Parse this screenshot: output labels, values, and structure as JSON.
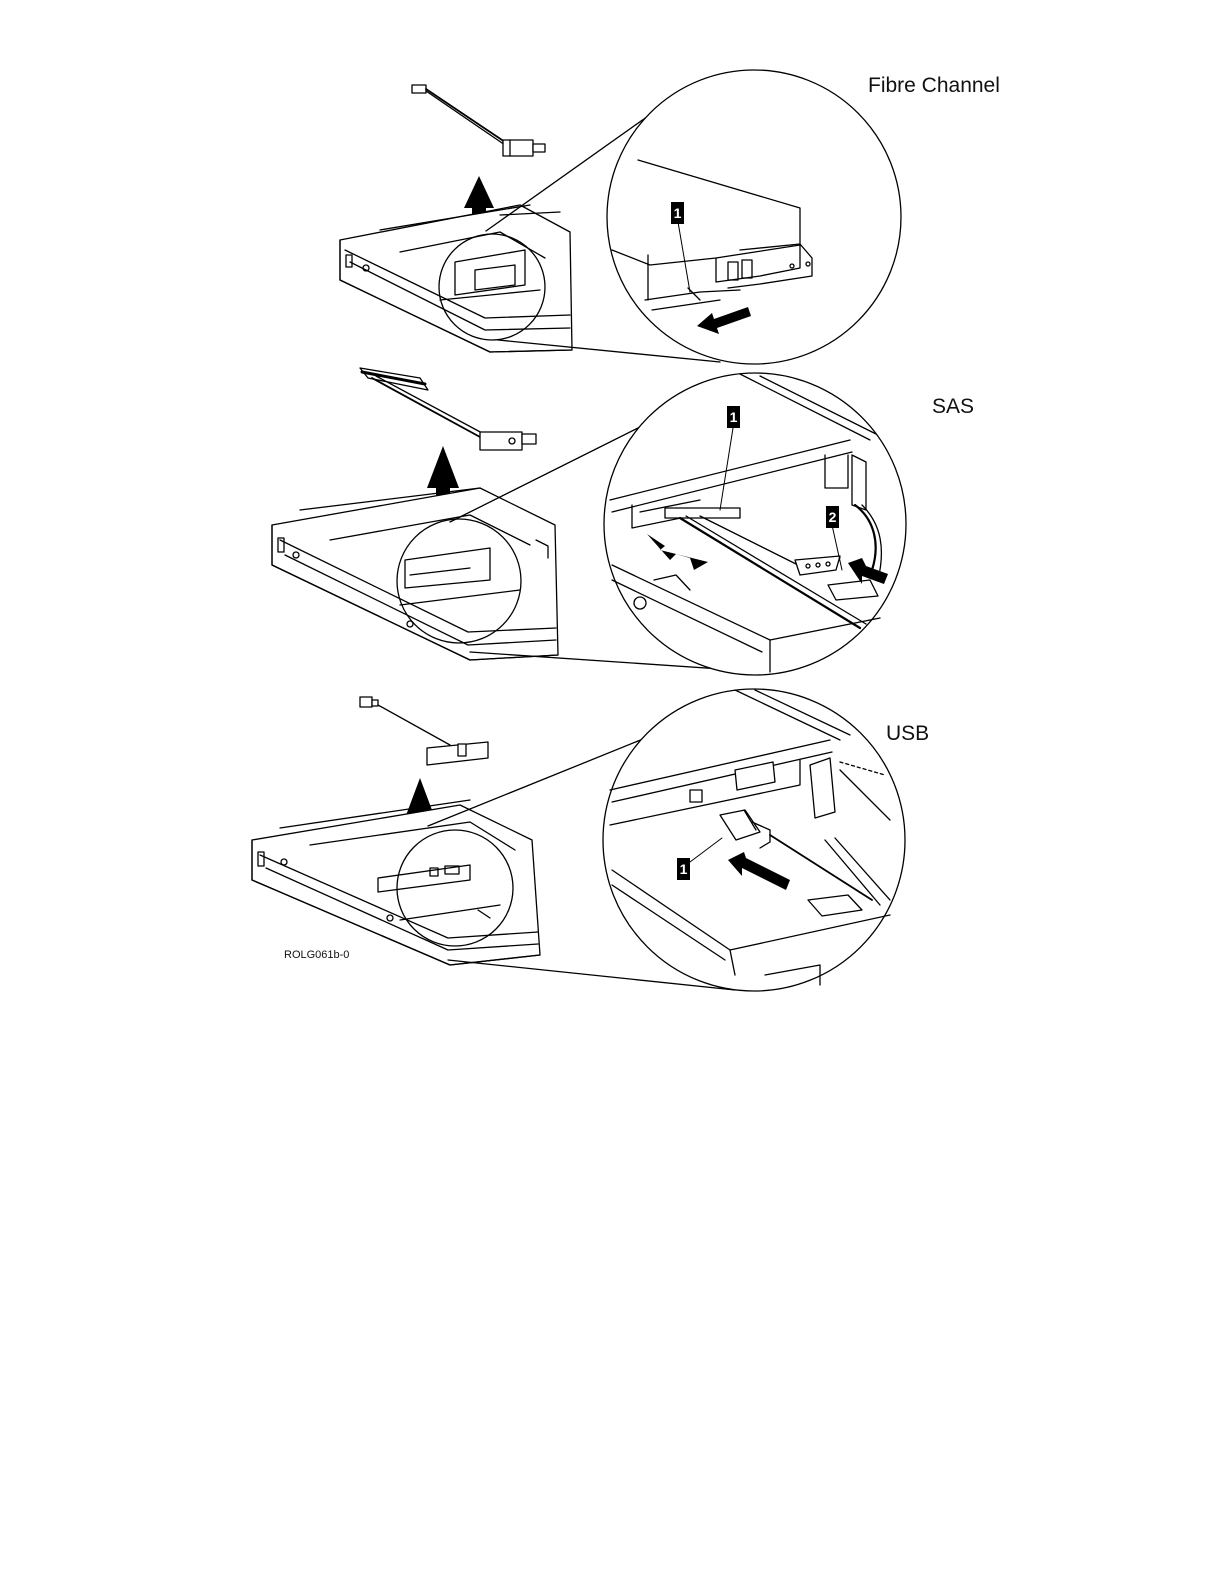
{
  "sections": [
    {
      "label": "Fibre Channel",
      "callouts": [
        "1"
      ]
    },
    {
      "label": "SAS",
      "callouts": [
        "1",
        "2"
      ]
    },
    {
      "label": "USB",
      "callouts": [
        "1"
      ]
    }
  ],
  "figure_id": "ROLG061b-0",
  "colors": {
    "line": "#000000",
    "background": "#ffffff"
  }
}
